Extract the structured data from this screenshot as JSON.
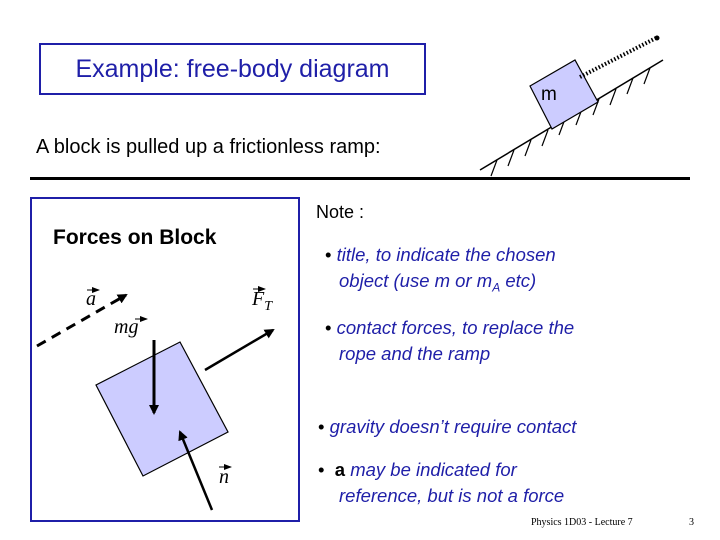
{
  "slide": {
    "title": "Example: free-body diagram",
    "subtitle": "A block is pulled up a frictionless ramp:",
    "ramp_mass_label": "m"
  },
  "forces_panel": {
    "title": "Forces on Block",
    "labels": {
      "acceleration": "a",
      "gravity": "mg",
      "tension": "F",
      "tension_sub": "T",
      "normal": "n"
    }
  },
  "notes": {
    "heading": "Note :",
    "bullets": [
      {
        "line1": "title, to indicate the chosen",
        "line2_pre": "object (use m or m",
        "line2_sub": "A",
        "line2_post": " etc)"
      },
      {
        "line1": "contact forces, to replace the",
        "line2": "rope and the ramp"
      },
      {
        "line1": "gravity doesn’t require contact"
      },
      {
        "bold": "a",
        "line1": " may be indicated for",
        "line2": "reference, but is not a force"
      }
    ]
  },
  "footer": {
    "lecture": "Physics 1D03 - Lecture 7",
    "page": "3"
  },
  "colors": {
    "accent": "#1f1fa8",
    "block_fill": "#ccccff"
  }
}
